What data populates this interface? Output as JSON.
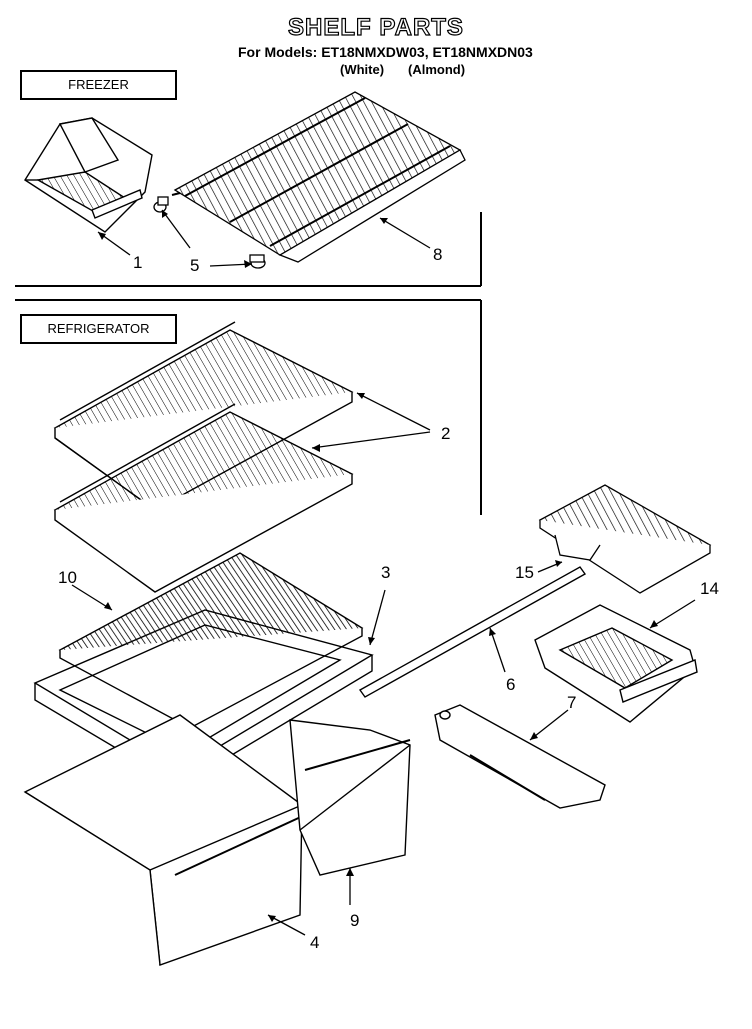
{
  "title": "SHELF PARTS",
  "models_line": "For Models: ET18NMXDW03, ET18NMXDN03",
  "color_white": "(White)",
  "color_almond": "(Almond)",
  "sections": {
    "freezer": "FREEZER",
    "refrigerator": "REFRIGERATOR"
  },
  "callouts": {
    "c1": "1",
    "c5": "5",
    "c8": "8",
    "c2": "2",
    "c10": "10",
    "c3": "3",
    "c15": "15",
    "c14": "14",
    "c6": "6",
    "c7": "7",
    "c9": "9",
    "c4": "4"
  }
}
